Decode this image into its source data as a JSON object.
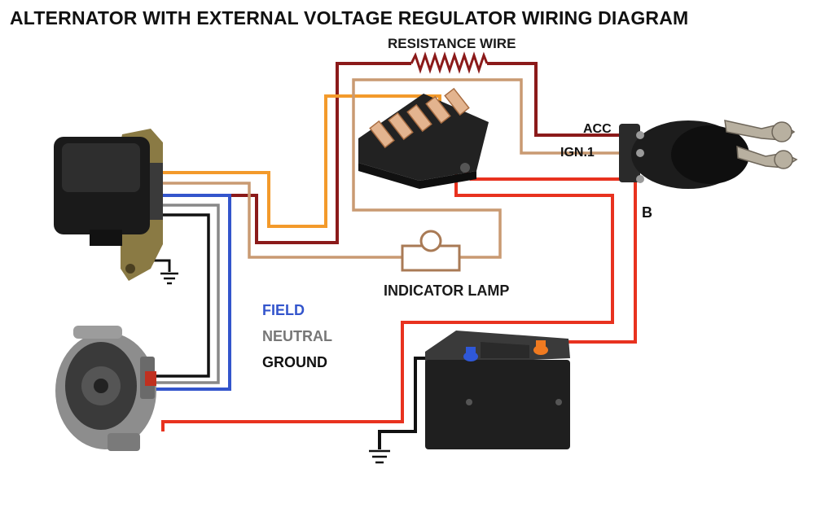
{
  "title": "ALTERNATOR WITH EXTERNAL VOLTAGE REGULATOR WIRING DIAGRAM",
  "labels": {
    "resistance_wire": "RESISTANCE WIRE",
    "acc": "ACC",
    "ign1": "IGN.1",
    "b_terminal": "B",
    "indicator_lamp": "INDICATOR LAMP"
  },
  "legend": [
    {
      "text": "FIELD",
      "color": "#3355cc"
    },
    {
      "text": "NEUTRAL",
      "color": "#777777"
    },
    {
      "text": "GROUND",
      "color": "#111111"
    }
  ],
  "components": [
    "voltage-regulator",
    "fuse-box",
    "ignition-switch",
    "indicator-lamp",
    "alternator",
    "battery"
  ],
  "colors": {
    "resistance_wire": "#8b1a1a",
    "orange_wire": "#f39a2b",
    "tan_wire": "#c99a72",
    "red_wire": "#e8321f",
    "field_wire": "#3355cc",
    "neutral_wire": "#888888",
    "ground_wire": "#111111"
  }
}
